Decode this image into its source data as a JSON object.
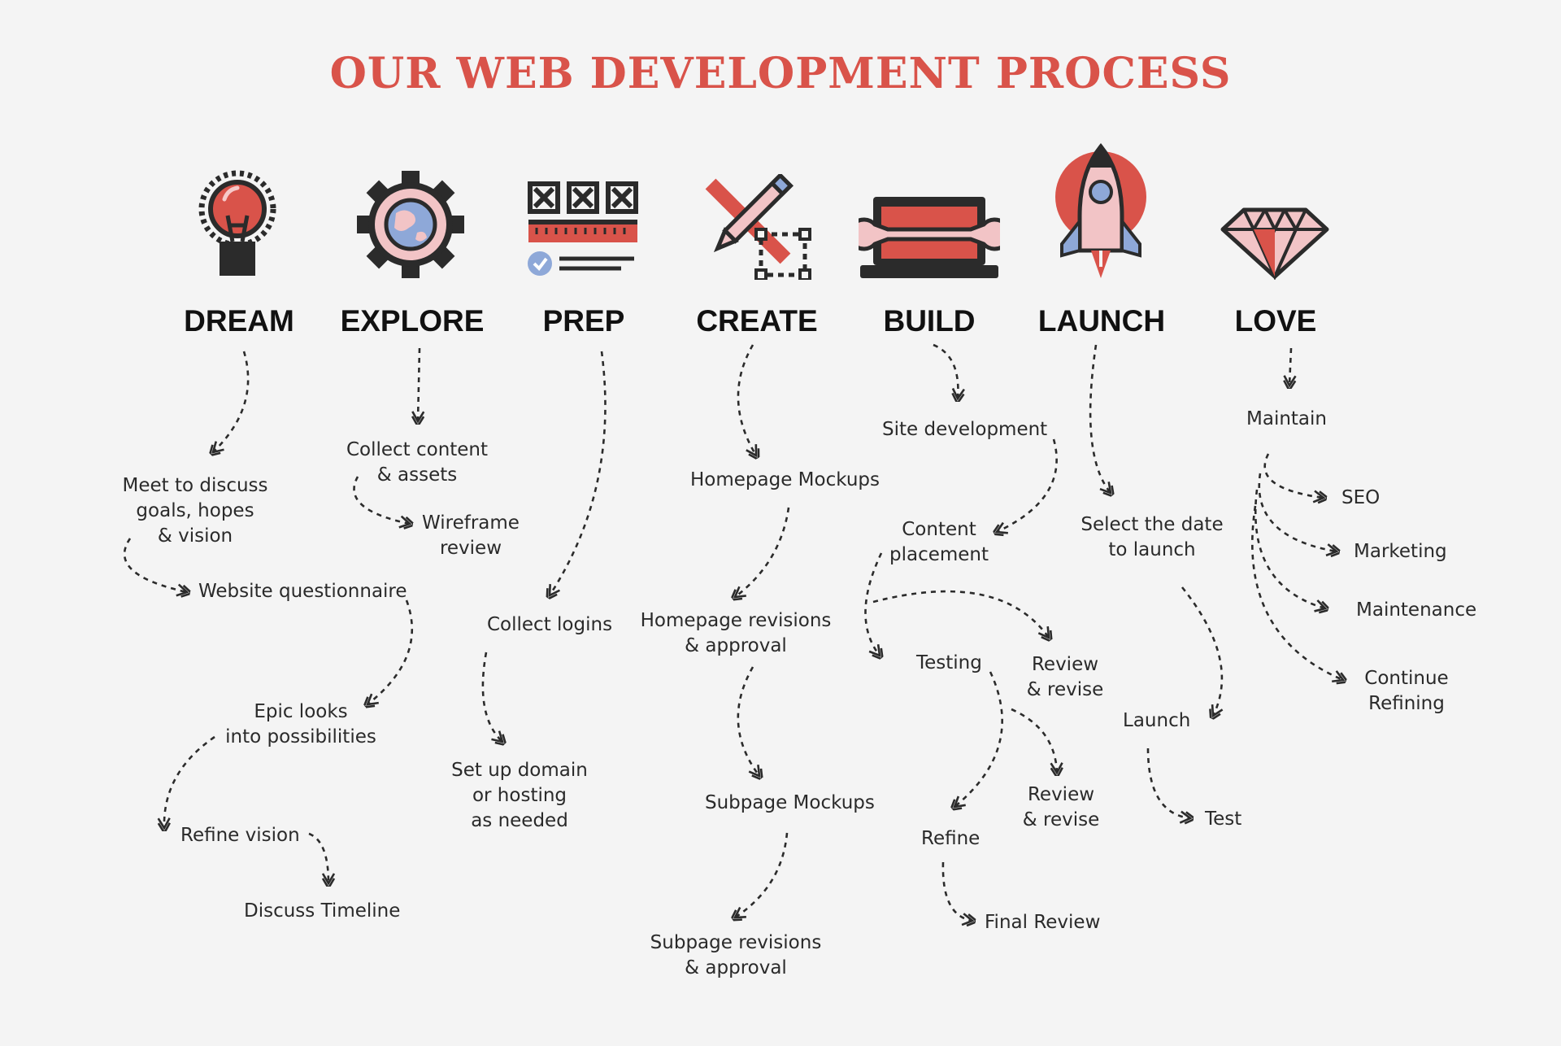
{
  "title": "OUR WEB DEVELOPMENT PROCESS",
  "colors": {
    "accent": "#d9534a",
    "pink": "#f2c4c6",
    "dark": "#2b2b2b",
    "blue": "#8ea8d8",
    "background": "#f4f4f4"
  },
  "stages": [
    {
      "name": "DREAM",
      "icon": "lightbulb-icon"
    },
    {
      "name": "EXPLORE",
      "icon": "globe-gear-icon"
    },
    {
      "name": "PREP",
      "icon": "checklist-icon"
    },
    {
      "name": "CREATE",
      "icon": "pencil-design-icon"
    },
    {
      "name": "BUILD",
      "icon": "laptop-wrench-icon"
    },
    {
      "name": "LAUNCH",
      "icon": "rocket-icon"
    },
    {
      "name": "LOVE",
      "icon": "diamond-icon"
    }
  ],
  "steps": {
    "dream": [
      "Meet to discuss\ngoals, hopes\n& vision",
      "Website questionnaire",
      "Epic looks\ninto possibilities",
      "Refine vision",
      "Discuss Timeline"
    ],
    "explore": [
      "Collect content\n& assets",
      "Wireframe\nreview"
    ],
    "prep": [
      "Collect logins",
      "Set up domain\nor hosting\nas needed"
    ],
    "create": [
      "Homepage Mockups",
      "Homepage revisions\n& approval",
      "Subpage Mockups",
      "Subpage revisions\n& approval"
    ],
    "build": [
      "Site development",
      "Content\nplacement",
      "Testing",
      "Review\n& revise",
      "Review\n& revise",
      "Refine",
      "Final Review"
    ],
    "launch": [
      "Select the date\nto launch",
      "Launch",
      "Test"
    ],
    "love": [
      "Maintain",
      "SEO",
      "Marketing",
      "Maintenance",
      "Continue\nRefining"
    ]
  }
}
